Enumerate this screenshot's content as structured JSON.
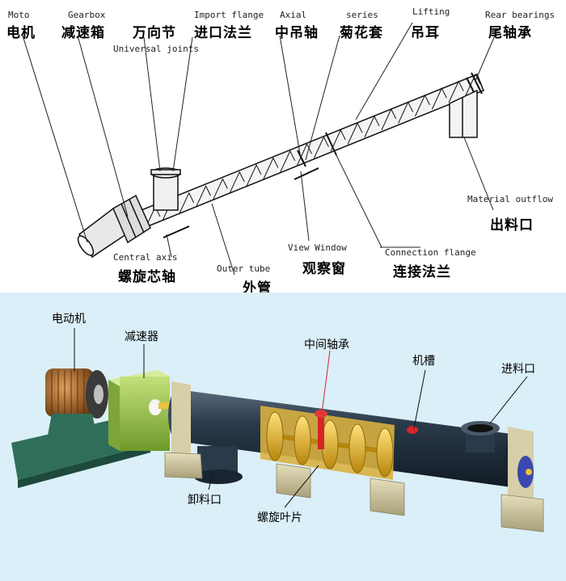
{
  "top_labels": {
    "moto_en": "Moto",
    "moto_cn": "电机",
    "gearbox_en": "Gearbox",
    "gearbox_cn": "减速箱",
    "universal_cn": "万向节",
    "universal_en": "Universal joints",
    "import_flange_en": "Import flange",
    "import_flange_cn": "进口法兰",
    "axial_en": "Axial",
    "axial_cn": "中吊轴",
    "series_en": "series",
    "series_cn": "菊花套",
    "lifting_en": "Lifting",
    "lifting_cn": "吊耳",
    "rear_bearings_en": "Rear bearings",
    "rear_bearings_cn": "尾轴承",
    "material_outflow_en": "Material outflow",
    "material_outflow_cn": "出料口",
    "central_axis_en": "Central axis",
    "central_axis_cn": "螺旋芯轴",
    "outer_tube_en": "Outer tube",
    "outer_tube_cn": "外管",
    "view_window_en": "View Window",
    "view_window_cn": "观察窗",
    "connection_flange_en": "Connection flange",
    "connection_flange_cn": "连接法兰"
  },
  "bottom_labels": {
    "motor": "电动机",
    "reducer": "减速器",
    "middle_bearing": "中间轴承",
    "trough": "机槽",
    "inlet": "进料口",
    "outlet": "卸料口",
    "blade": "螺旋叶片"
  },
  "colors": {
    "top_background": "#ffffff",
    "bottom_background": "#dbeff8",
    "pipe": "#2a3a4a",
    "base": "#cfc7a2",
    "motor_coil": "#b8752e",
    "reducer": "#9cc54a",
    "frame_green": "#2f6f5a",
    "flight": "#e6b422",
    "bearing_red": "#d6242a"
  }
}
